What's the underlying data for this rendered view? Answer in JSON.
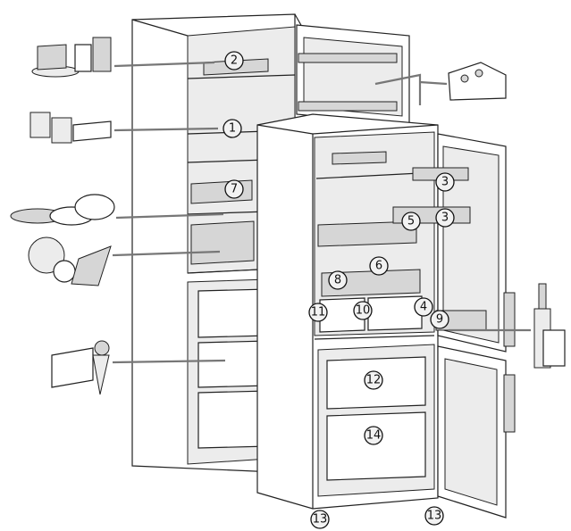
{
  "callouts": [
    {
      "id": "c2",
      "number": "2"
    },
    {
      "id": "c1",
      "number": "1"
    },
    {
      "id": "c7",
      "number": "7"
    },
    {
      "id": "c3a",
      "number": "3"
    },
    {
      "id": "c3b",
      "number": "3"
    },
    {
      "id": "c5",
      "number": "5"
    },
    {
      "id": "c6",
      "number": "6"
    },
    {
      "id": "c8",
      "number": "8"
    },
    {
      "id": "c11",
      "number": "11"
    },
    {
      "id": "c10",
      "number": "10"
    },
    {
      "id": "c4",
      "number": "4"
    },
    {
      "id": "c9",
      "number": "9"
    },
    {
      "id": "c12",
      "number": "12"
    },
    {
      "id": "c14",
      "number": "14"
    },
    {
      "id": "c13a",
      "number": "13"
    },
    {
      "id": "c13b",
      "number": "13"
    }
  ],
  "icons": [
    "cake-jars-icon",
    "yogurt-butter-icon",
    "fish-pot-icon",
    "vegetables-icon",
    "ice-cream-icon",
    "cheese-icon",
    "bottles-icon"
  ]
}
